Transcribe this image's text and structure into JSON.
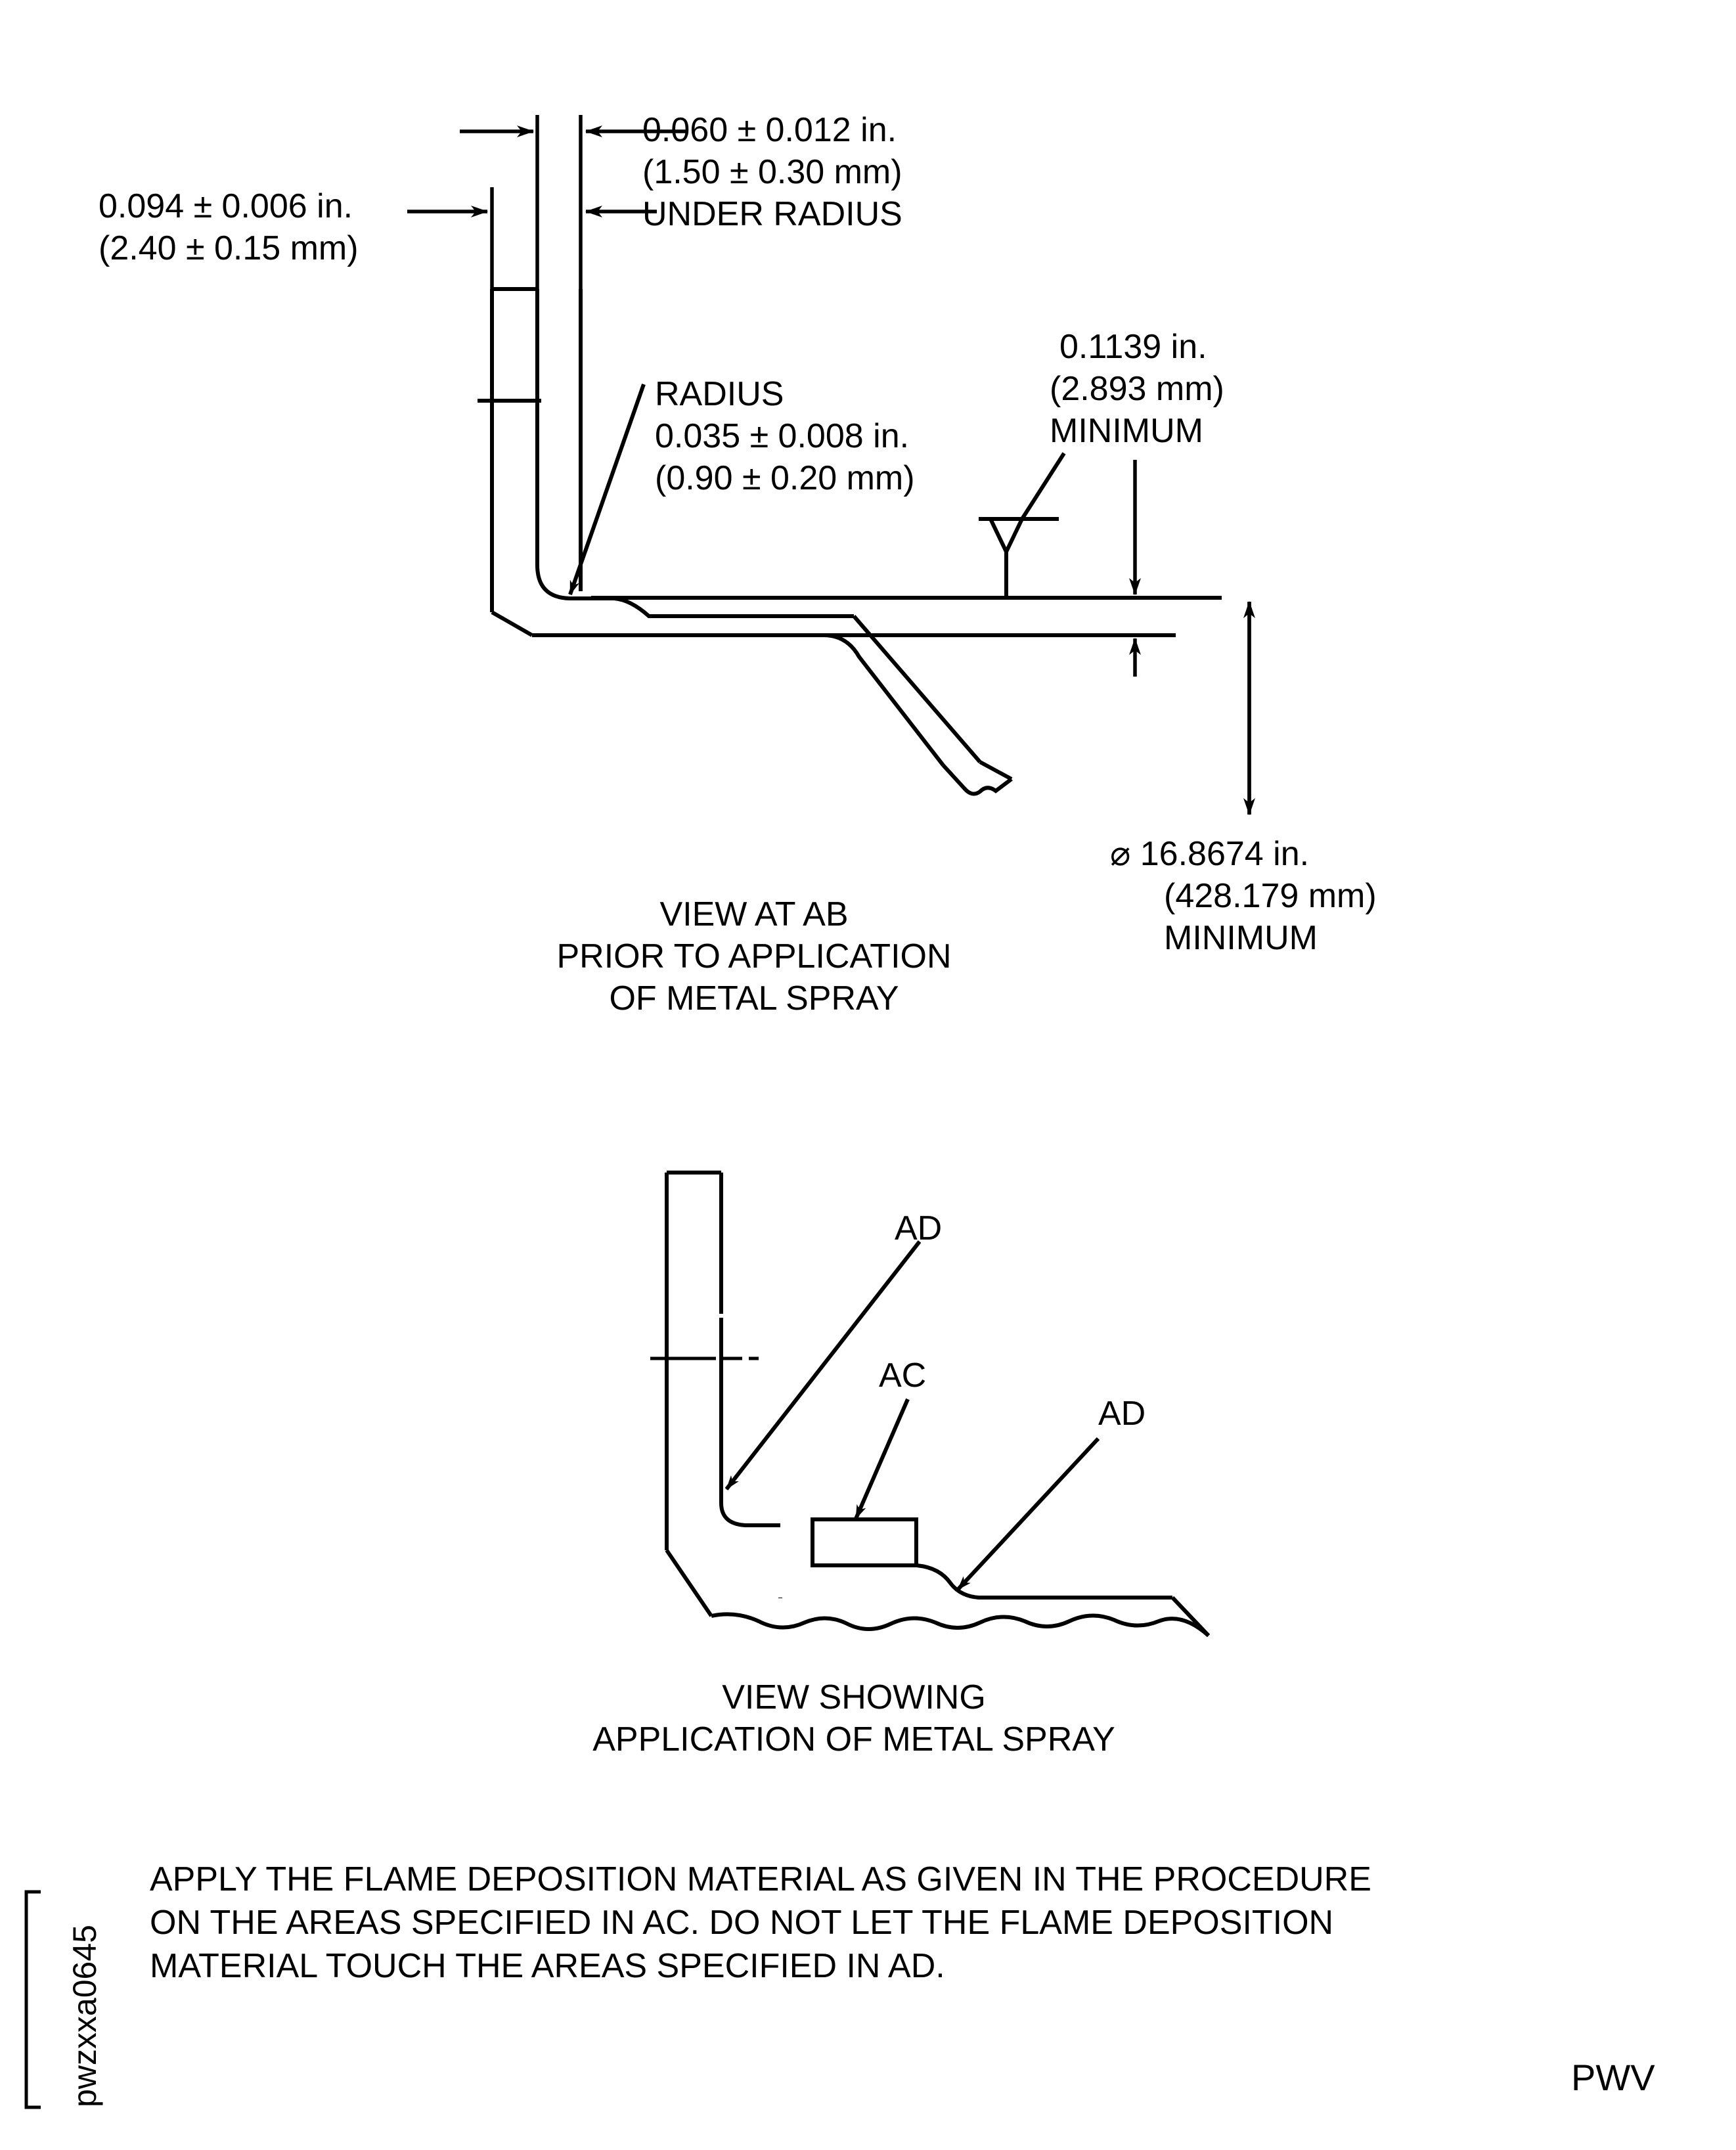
{
  "document": {
    "type": "engineering-drawing",
    "sheet_id": "pwzxxa0645",
    "corner_code": "PWV"
  },
  "dimensions": {
    "thickness_left": {
      "line1": "0.094 ± 0.006 in.",
      "line2": "(2.40 ± 0.15 mm)"
    },
    "thickness_top": {
      "line1": "0.060 ± 0.012 in.",
      "line2": "(1.50 ± 0.30 mm)",
      "line3": "UNDER RADIUS"
    },
    "radius": {
      "line1": "RADIUS",
      "line2": "0.035 ± 0.008 in.",
      "line3": "(0.90 ± 0.20 mm)"
    },
    "step_minimum": {
      "line1": "0.1139 in.",
      "line2": "(2.893 mm)",
      "line3": "MINIMUM"
    },
    "diameter_minimum": {
      "line1": "⌀ 16.8674 in.",
      "line2": "(428.179 mm)",
      "line3": "MINIMUM"
    }
  },
  "views": {
    "upper": {
      "caption_line1": "VIEW AT AB",
      "caption_line2": "PRIOR TO APPLICATION",
      "caption_line3": "OF METAL SPRAY"
    },
    "lower": {
      "caption_line1": "VIEW SHOWING",
      "caption_line2": "APPLICATION OF METAL SPRAY",
      "labels": {
        "ad_top": "AD",
        "ac": "AC",
        "ad_right": "AD"
      }
    }
  },
  "note": {
    "line1": "APPLY THE FLAME DEPOSITION MATERIAL AS GIVEN IN THE PROCEDURE",
    "line2": "ON THE AREAS SPECIFIED IN AC. DO NOT LET THE FLAME DEPOSITION",
    "line3": "MATERIAL TOUCH THE AREAS SPECIFIED IN AD."
  },
  "colors": {
    "ink": "#000000",
    "paper": "#ffffff"
  }
}
